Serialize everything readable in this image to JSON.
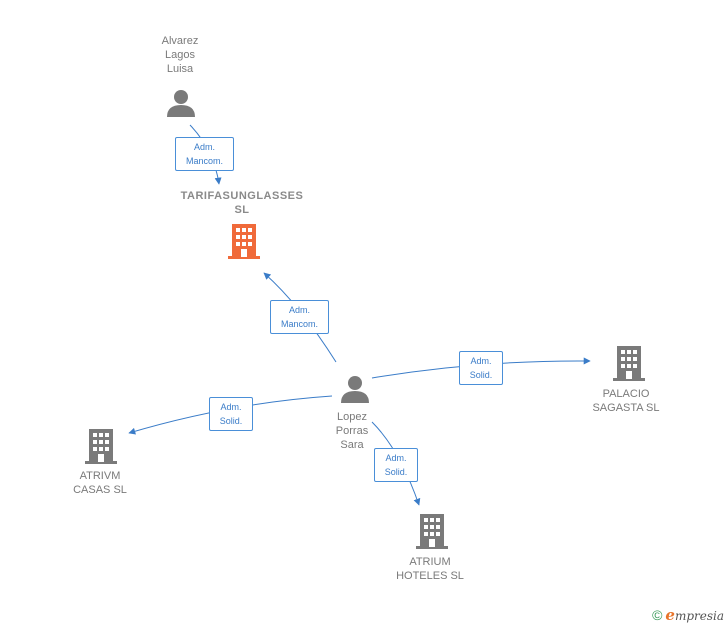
{
  "nodes": {
    "alvarez": {
      "label": "Alvarez\nLagos\nLuisa",
      "type": "person"
    },
    "tarifa": {
      "label": "TARIFASUNGLASSES\nSL",
      "type": "company-main"
    },
    "lopez": {
      "label": "Lopez\nPorras\nSara",
      "type": "person"
    },
    "palacio": {
      "label": "PALACIO\nSAGASTA  SL",
      "type": "company"
    },
    "atrivm": {
      "label": "ATRIVM\nCASAS  SL",
      "type": "company"
    },
    "atrium": {
      "label": "ATRIUM\nHOTELES  SL",
      "type": "company"
    }
  },
  "edges": {
    "alvarez_tarifa": "Adm.\nMancom.",
    "lopez_tarifa": "Adm.\nMancom.",
    "lopez_palacio": "Adm.\nSolid.",
    "lopez_atrivm": "Adm.\nSolid.",
    "lopez_atrium": "Adm.\nSolid."
  },
  "colors": {
    "edge": "#3a7cc8",
    "person": "#7a7a7a",
    "company": "#7a7a7a",
    "company_main": "#f06a3a"
  },
  "footer": {
    "copyright": "©",
    "brand_initial": "e",
    "brand_rest": "mpresia"
  }
}
